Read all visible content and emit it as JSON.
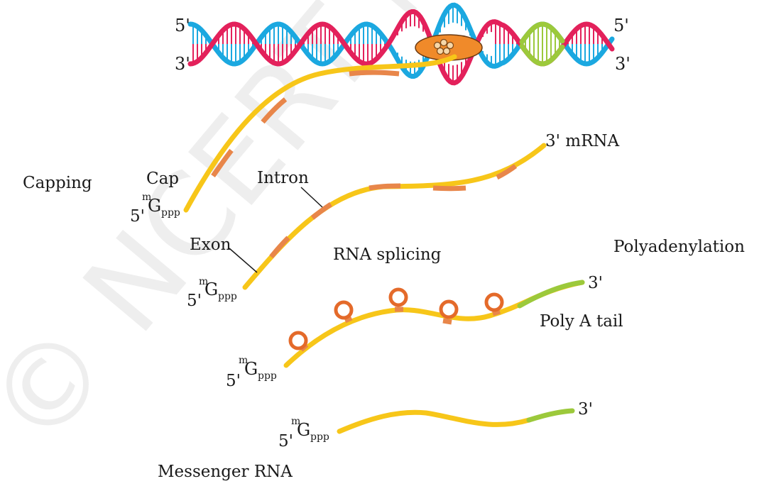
{
  "watermark": "© NCERT not to be republished",
  "labels": {
    "dna_5_left": "5'",
    "dna_3_left": "3'",
    "dna_5_right": "5'",
    "dna_3_right": "3'",
    "capping": "Capping",
    "cap": "Cap",
    "mrna": "3'  mRNA",
    "intron": "Intron",
    "exon": "Exon",
    "rna_splicing": "RNA splicing",
    "polyadenylation": "Polyadenylation",
    "poly_a_tail": "Poly A tail",
    "three_prime_c": "3'",
    "three_prime_d": "3'",
    "messenger_rna": "Messenger RNA"
  },
  "cap_group": {
    "five_prime": "5'",
    "m": "m",
    "g": "G",
    "ppp": "ppp"
  },
  "colors": {
    "strand_blue": "#1ba8e0",
    "strand_red": "#e3215b",
    "strand_green": "#9cc93b",
    "exon_yellow": "#f7c619",
    "intron_orange": "#e8864a",
    "polymerase": "#f08a2a",
    "snrnp_ring": "#e46a2a"
  }
}
